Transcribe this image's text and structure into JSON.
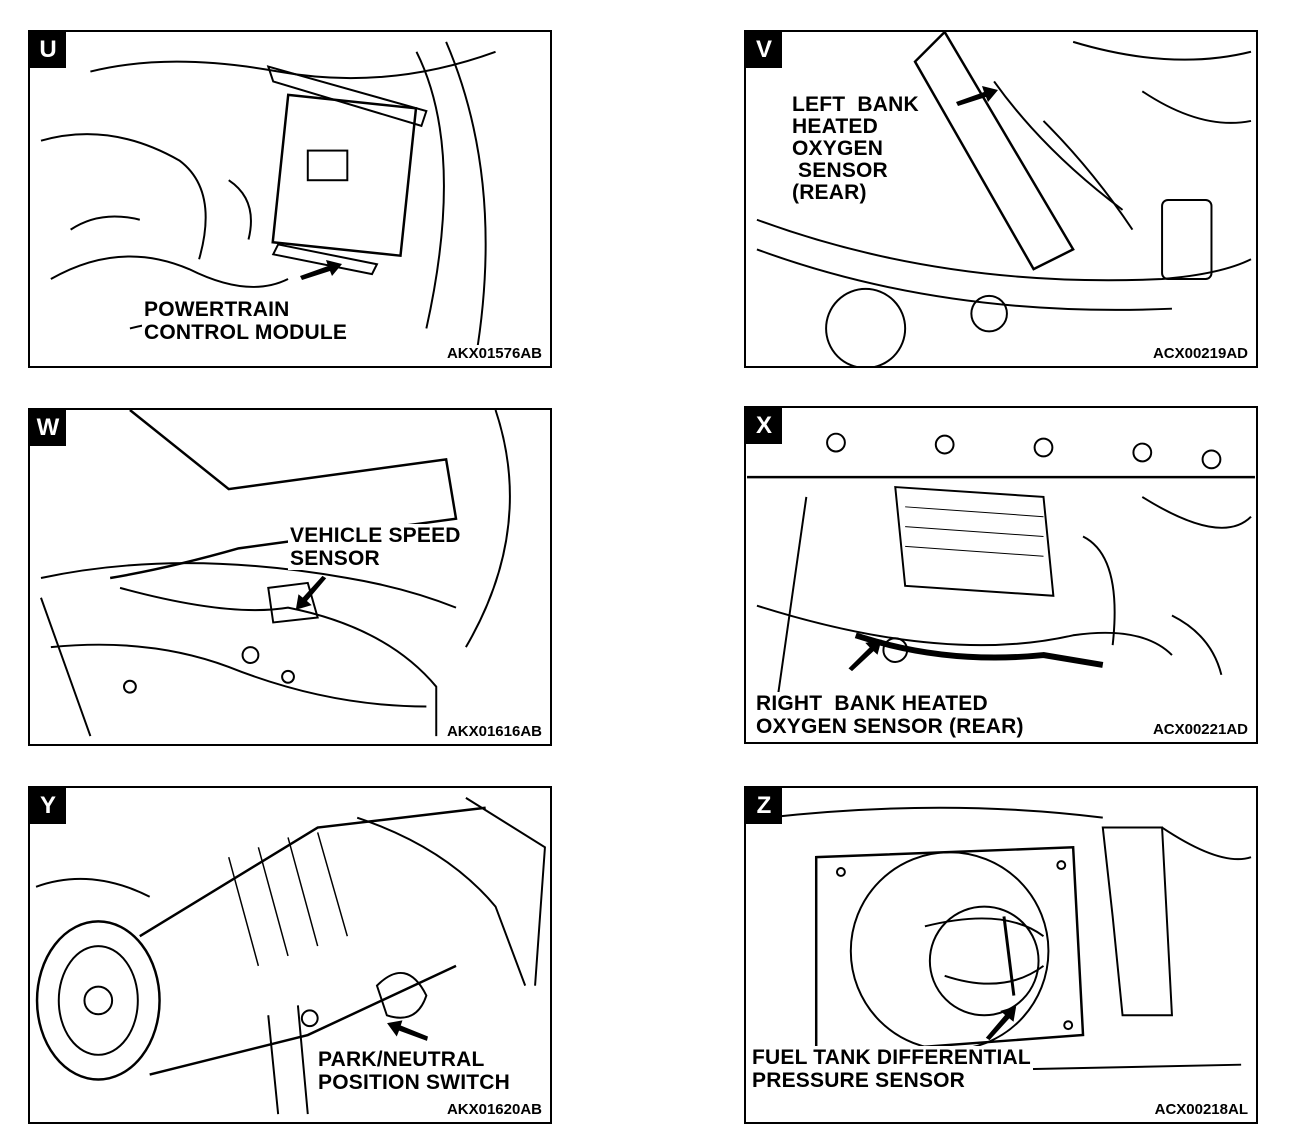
{
  "panels": [
    {
      "letter": "U",
      "callout": [
        "POWERTRAIN",
        "CONTROL MODULE"
      ],
      "code": "AKX01576AB"
    },
    {
      "letter": "V",
      "callout": [
        "LEFT  BANK",
        "HEATED",
        "OXYGEN",
        " SENSOR",
        "(REAR)"
      ],
      "code": "ACX00219AD"
    },
    {
      "letter": "W",
      "callout": [
        "VEHICLE SPEED",
        "SENSOR"
      ],
      "code": "AKX01616AB"
    },
    {
      "letter": "X",
      "callout": [
        "RIGHT  BANK HEATED",
        "OXYGEN SENSOR (REAR)"
      ],
      "code": "ACX00221AD"
    },
    {
      "letter": "Y",
      "callout": [
        "PARK/NEUTRAL",
        "POSITION SWITCH"
      ],
      "code": "AKX01620AB"
    },
    {
      "letter": "Z",
      "callout": [
        "FUEL TANK DIFFERENTIAL",
        "PRESSURE SENSOR"
      ],
      "code": "ACX00218AL"
    }
  ]
}
